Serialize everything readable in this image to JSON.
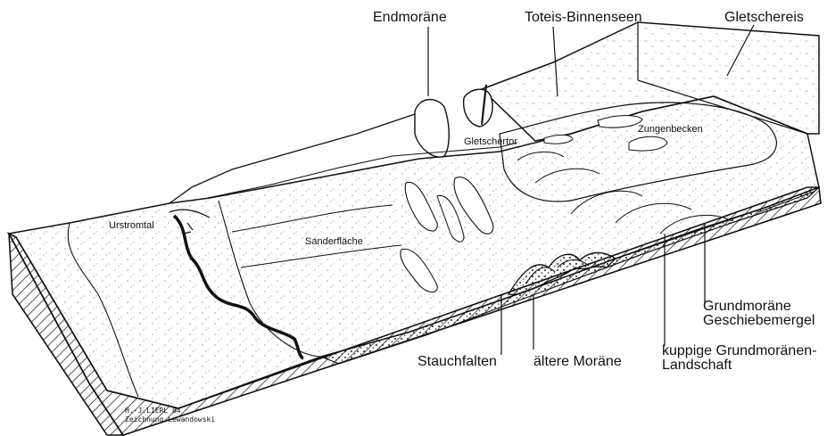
{
  "labels": {
    "endmoraene": "Endmoräne",
    "toteis": "Toteis-Binnenseen",
    "gletschereis": "Gletschereis",
    "gletschertor": "Gletschertor",
    "zungenbecken": "Zungenbecken",
    "urstromtal": "Urstromtal",
    "sanderflaeche": "Sanderfläche",
    "grundmoraene_1": "Grundmoräne",
    "grundmoraene_2": "Geschiebemergel",
    "kuppige_1": "kuppige Grundmoränen-",
    "kuppige_2": "Landschaft",
    "stauchfalten": "Stauchfalten",
    "aeltere_moraene": "ältere Moräne"
  },
  "credit": {
    "line1": "H.-J.LIERL 84",
    "line2": "Zeichnung Lewandowski"
  },
  "colors": {
    "ink": "#111111",
    "paper": "#ffffff",
    "stipple": "#6b6b6b"
  }
}
